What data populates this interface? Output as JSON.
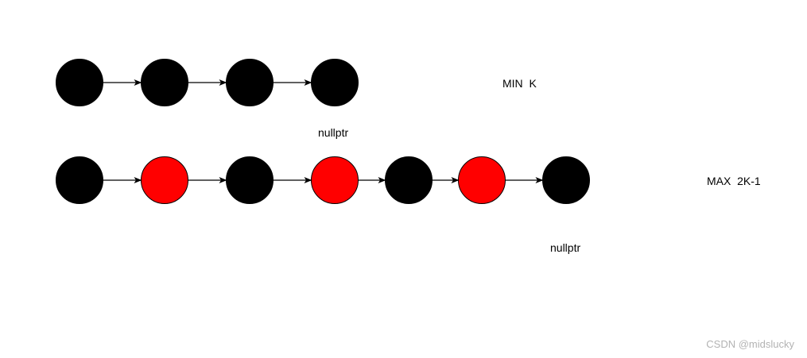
{
  "colors": {
    "black_node": "#000000",
    "red_node": "#ff0000",
    "arrow": "#000000"
  },
  "rows": [
    {
      "label": "MIN  K",
      "null_label": "nullptr",
      "nodes": [
        "black",
        "black",
        "black",
        "black"
      ]
    },
    {
      "label": "MAX  2K-1",
      "null_label": "nullptr",
      "nodes": [
        "black",
        "red",
        "black",
        "red",
        "black",
        "red",
        "black"
      ]
    }
  ],
  "watermark": "CSDN @midslucky"
}
